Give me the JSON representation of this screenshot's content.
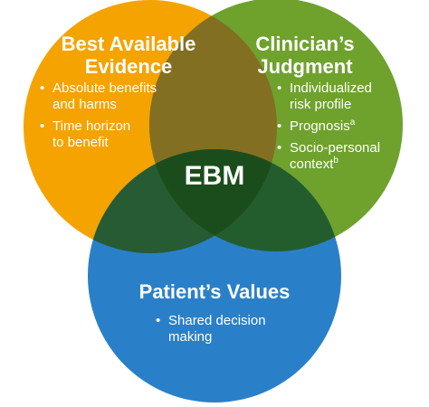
{
  "colors": {
    "evidence": "#f4a300",
    "judgment": "#6ea22d",
    "values": "#2a80c8",
    "evidence_judgment": "#836f22",
    "evidence_values": "#265b33",
    "judgment_values": "#245d2d",
    "center": "#1b4d1c",
    "text": "#ffffff"
  },
  "center": {
    "label": "EBM"
  },
  "circles": {
    "evidence": {
      "title_line1": "Best Available",
      "title_line2": "Evidence",
      "bullets": [
        {
          "line1": "Absolute benefits",
          "line2": "and harms"
        },
        {
          "line1": "Time horizon",
          "line2": "to benefit"
        }
      ]
    },
    "judgment": {
      "title_line1": "Clinician’s",
      "title_line2": "Judgment",
      "bullets": [
        {
          "line1": "Individualized",
          "line2": "risk profile"
        },
        {
          "line1": "Prognosis",
          "sup": "a"
        },
        {
          "line1": "Socio-personal",
          "line2": "context",
          "sup": "b"
        }
      ]
    },
    "values": {
      "title": "Patient’s Values",
      "bullets": [
        {
          "line1": "Shared decision",
          "line2": "making"
        }
      ]
    }
  }
}
